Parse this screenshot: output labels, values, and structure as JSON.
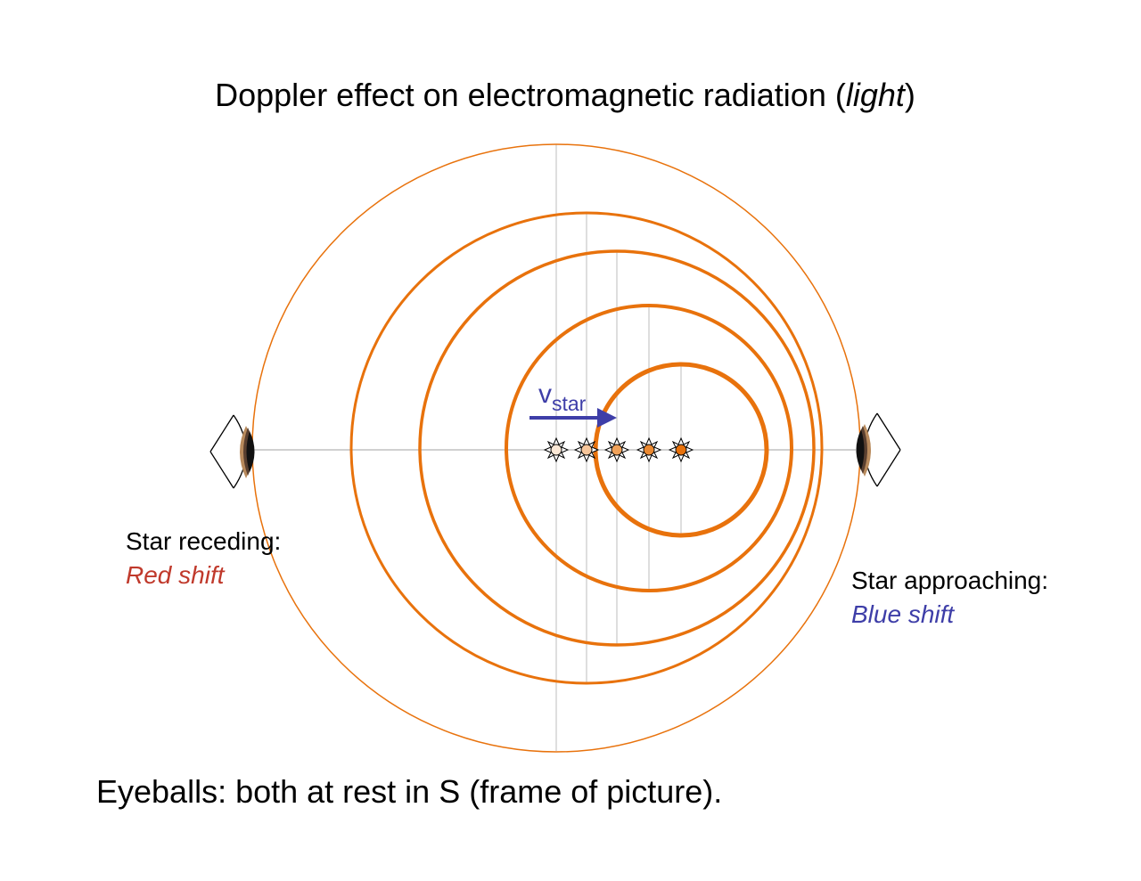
{
  "title": {
    "main": "Doppler effect on electromagnetic radiation (",
    "italic": "light",
    "end": ")"
  },
  "velocity": {
    "symbol": "v",
    "subscript": "star"
  },
  "left_observer": {
    "line1": "Star receding:",
    "line2": "Red shift"
  },
  "right_observer": {
    "line1": "Star approaching:",
    "line2": "Blue shift"
  },
  "caption": "Eyeballs: both at rest in S (frame of picture).",
  "colors": {
    "wavefront": "#e8720c",
    "velocity_arrow": "#3e3ea8",
    "red_shift": "#c0392b",
    "blue_shift": "#3e3ea8",
    "guide_line": "#c8c8c8"
  },
  "icons": [
    "eye-icon",
    "star-icon",
    "arrow-icon"
  ]
}
